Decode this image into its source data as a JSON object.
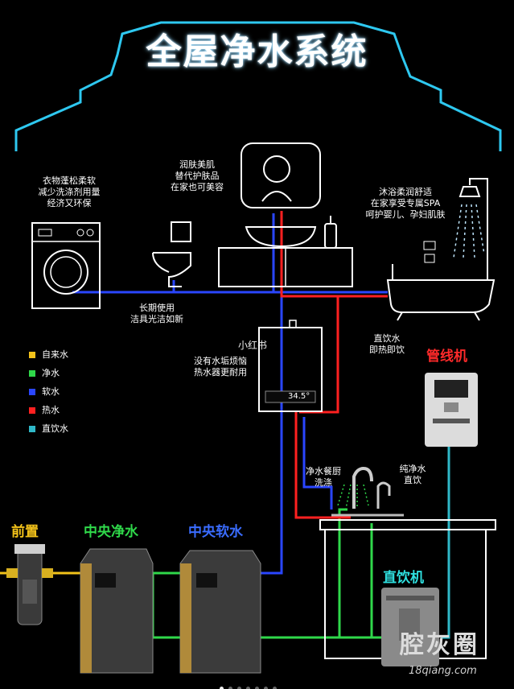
{
  "title": "全屋净水系统",
  "captions": {
    "laundry": "衣物蓬松柔软\n减少洗涤剂用量\n经济又环保",
    "skin": "润肤美肌\n替代护肤品\n在家也可美容",
    "bath": "沐浴柔润舒适\n在家享受专属SPA\n呵护婴儿、孕妇肌肤",
    "toilet": "长期使用\n洁具光洁如新",
    "heater": "没有水垢烦恼\n热水器更耐用",
    "drink_hot": "直饮水\n即热即饮",
    "kitchen": "净水餐厨\n洗涤",
    "pure": "纯净水\n直饮"
  },
  "device_labels": {
    "prefilter": "前置",
    "central_purifier": "中央净水",
    "central_softener": "中央软水",
    "pipeline_machine": "管线机",
    "drinking_machine": "直饮机"
  },
  "legend": [
    {
      "label": "自来水",
      "color": "#f2c21a"
    },
    {
      "label": "净水",
      "color": "#2fd84a"
    },
    {
      "label": "软水",
      "color": "#2a46ff"
    },
    {
      "label": "热水",
      "color": "#ff2020"
    },
    {
      "label": "直饮水",
      "color": "#2fb8c8"
    }
  ],
  "heater_display": "34.5°",
  "watermark": {
    "brand": "腔灰圈",
    "site": "18qiang.com",
    "xhs": "小红书"
  },
  "pager": {
    "count": 7,
    "active": 0
  }
}
